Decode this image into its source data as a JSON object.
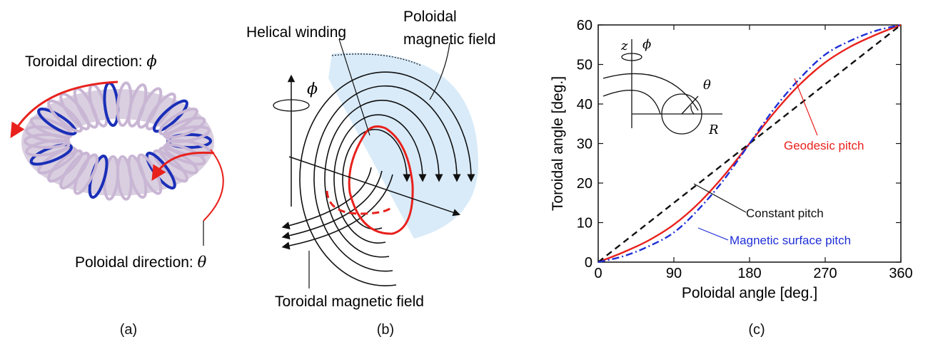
{
  "panel_a": {
    "toroidal_label": "Toroidal direction: ",
    "toroidal_symbol": "ϕ",
    "poloidal_label": "Poloidal direction: ",
    "poloidal_symbol": "θ",
    "caption": "(a)",
    "colors": {
      "arrow": "#e8211c",
      "coil_dark": "#1a2fb8",
      "coil_light": "#c9b6d4"
    }
  },
  "panel_b": {
    "helical_label": "Helical winding",
    "poloidal_field_line1": "Poloidal",
    "poloidal_field_line2": "magnetic field",
    "toroidal_field_label": "Toroidal magnetic field",
    "phi_symbol": "ϕ",
    "caption": "(b)",
    "colors": {
      "winding": "#e8211c",
      "shade": "#cfe6f7"
    }
  },
  "panel_c": {
    "caption": "(c)",
    "inset": {
      "z": "z",
      "phi": "ϕ",
      "theta": "θ",
      "R": "R"
    },
    "annotations": {
      "geodesic": "Geodesic pitch",
      "constant": "Constant pitch",
      "magnetic": "Magnetic surface pitch"
    }
  },
  "chart_data": {
    "type": "line",
    "title": "",
    "xlabel": "Poloidal angle [deg.]",
    "ylabel": "Toroidal angle [deg.]",
    "xlim": [
      0,
      360
    ],
    "ylim": [
      0,
      60
    ],
    "xticks": [
      0,
      90,
      180,
      270,
      360
    ],
    "yticks": [
      0,
      10,
      20,
      30,
      40,
      50,
      60
    ],
    "grid": false,
    "series": [
      {
        "name": "Geodesic pitch",
        "color": "#e8211c",
        "dash": "solid",
        "x": [
          0,
          30,
          60,
          90,
          120,
          150,
          180,
          210,
          240,
          270,
          300,
          330,
          360
        ],
        "y": [
          0,
          2.5,
          5.5,
          9.5,
          15,
          22,
          30,
          38,
          45,
          50.5,
          54.5,
          57.5,
          60
        ]
      },
      {
        "name": "Constant pitch",
        "color": "#111111",
        "dash": "dash",
        "x": [
          0,
          360
        ],
        "y": [
          0,
          60
        ]
      },
      {
        "name": "Magnetic surface pitch",
        "color": "#1f2fd6",
        "dash": "dashdot",
        "x": [
          0,
          30,
          60,
          90,
          120,
          150,
          180,
          210,
          240,
          270,
          300,
          330,
          360
        ],
        "y": [
          0,
          1.5,
          4,
          7.5,
          13.5,
          21,
          30,
          39,
          46.5,
          52.5,
          56,
          58.5,
          60
        ]
      }
    ]
  }
}
